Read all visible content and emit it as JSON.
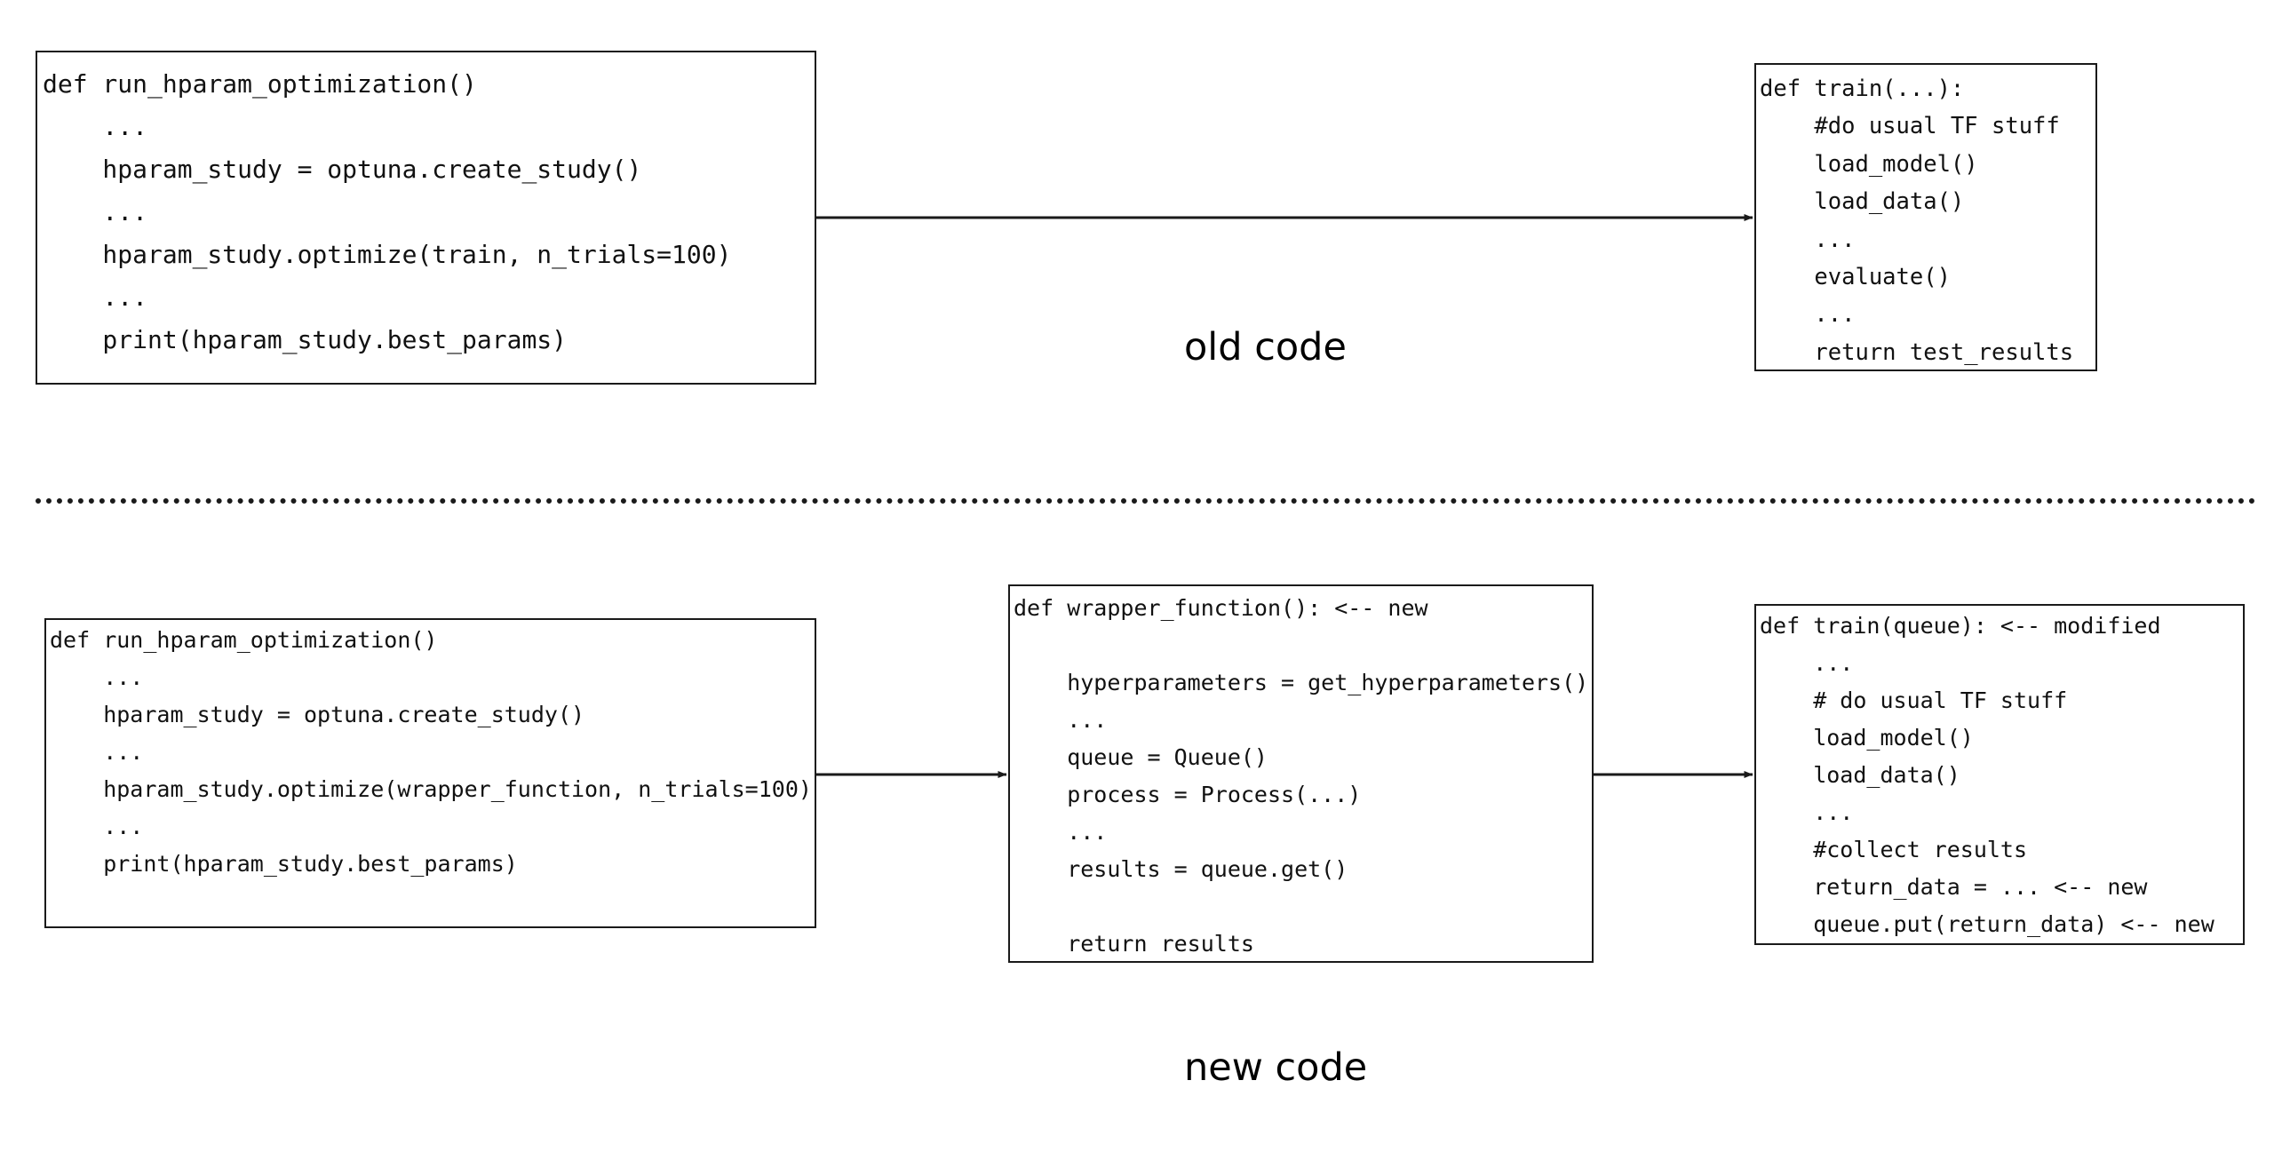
{
  "old_section": {
    "caption": "old code",
    "caller_box": {
      "lines": [
        "def run_hparam_optimization()",
        "    ...",
        "    hparam_study = optuna.create_study()",
        "    ...",
        "    hparam_study.optimize(train, n_trials=100)",
        "    ...",
        "    print(hparam_study.best_params)"
      ]
    },
    "train_box": {
      "lines": [
        "def train(...):",
        "    #do usual TF stuff",
        "    load_model()",
        "    load_data()",
        "    ...",
        "    evaluate()",
        "    ...",
        "    return test_results"
      ]
    }
  },
  "new_section": {
    "caption": "new code",
    "caller_box": {
      "lines": [
        "def run_hparam_optimization()",
        "    ...",
        "    hparam_study = optuna.create_study()",
        "    ...",
        "    hparam_study.optimize(wrapper_function, n_trials=100)",
        "    ...",
        "    print(hparam_study.best_params)"
      ]
    },
    "wrapper_box": {
      "lines": [
        "def wrapper_function(): <-- new",
        "",
        "    hyperparameters = get_hyperparameters()",
        "    ...",
        "    queue = Queue()",
        "    process = Process(...)",
        "    ...",
        "    results = queue.get()",
        "",
        "    return results"
      ]
    },
    "train_box": {
      "lines": [
        "def train(queue): <-- modified",
        "    ...",
        "    # do usual TF stuff",
        "    load_model()",
        "    load_data()",
        "    ...",
        "    #collect results",
        "    return_data = ... <-- new",
        "    queue.put(return_data) <-- new"
      ]
    }
  },
  "colors": {
    "line": "#1a1a1a",
    "text": "#111111"
  }
}
